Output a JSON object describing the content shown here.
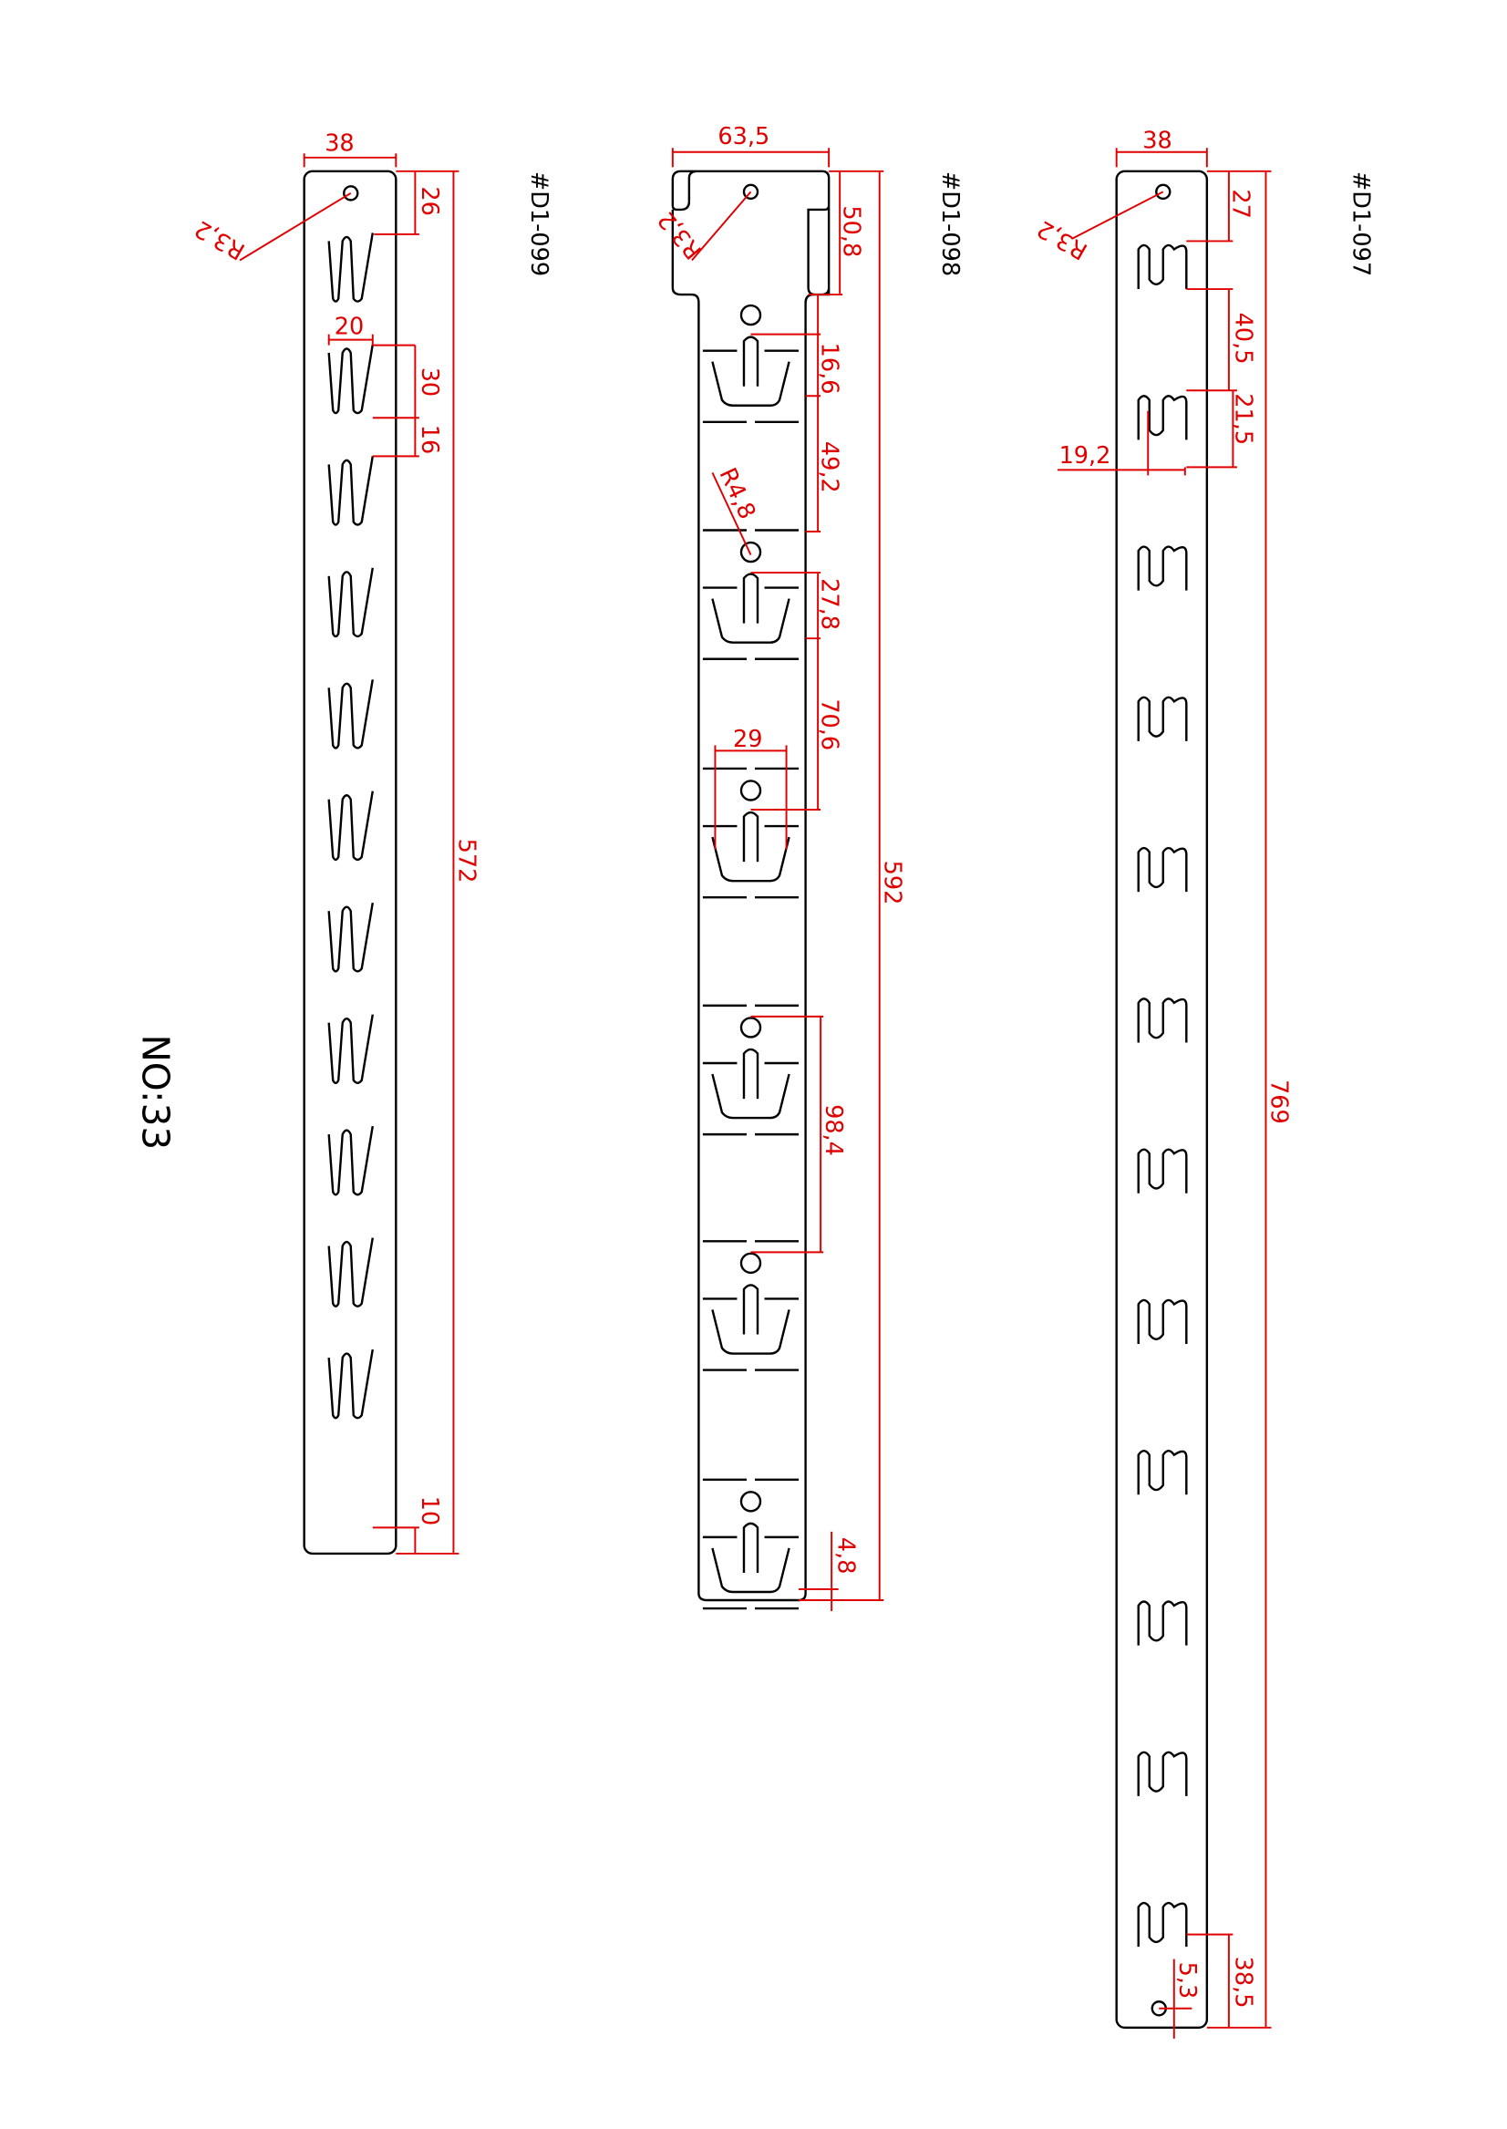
{
  "drawing_no": "NO:33",
  "colors": {
    "outline": "#000000",
    "dimension": "#e00000"
  },
  "parts": [
    {
      "code": "#D1-099",
      "dims": {
        "width": "38",
        "radius": "R3,2",
        "top": "26",
        "slot_width": "20",
        "slot_len": "30",
        "gap": "16",
        "bottom": "10",
        "total": "572"
      }
    },
    {
      "code": "#D1-098",
      "dims": {
        "width": "63,5",
        "radius": "R3,2",
        "head": "50,8",
        "d1": "16,6",
        "d2": "49,2",
        "radius2": "R4,8",
        "d3": "27,8",
        "d4": "70,6",
        "tray_width": "29",
        "d5": "98,4",
        "bottom": "4,8",
        "total": "592"
      }
    },
    {
      "code": "#D1-097",
      "dims": {
        "width": "38",
        "radius": "R3,2",
        "top": "27",
        "pitch": "40,5",
        "slot_len": "21,5",
        "slot_width": "19,2",
        "bottom_hole": "5,3",
        "bottom": "38,5",
        "total": "769"
      }
    }
  ]
}
